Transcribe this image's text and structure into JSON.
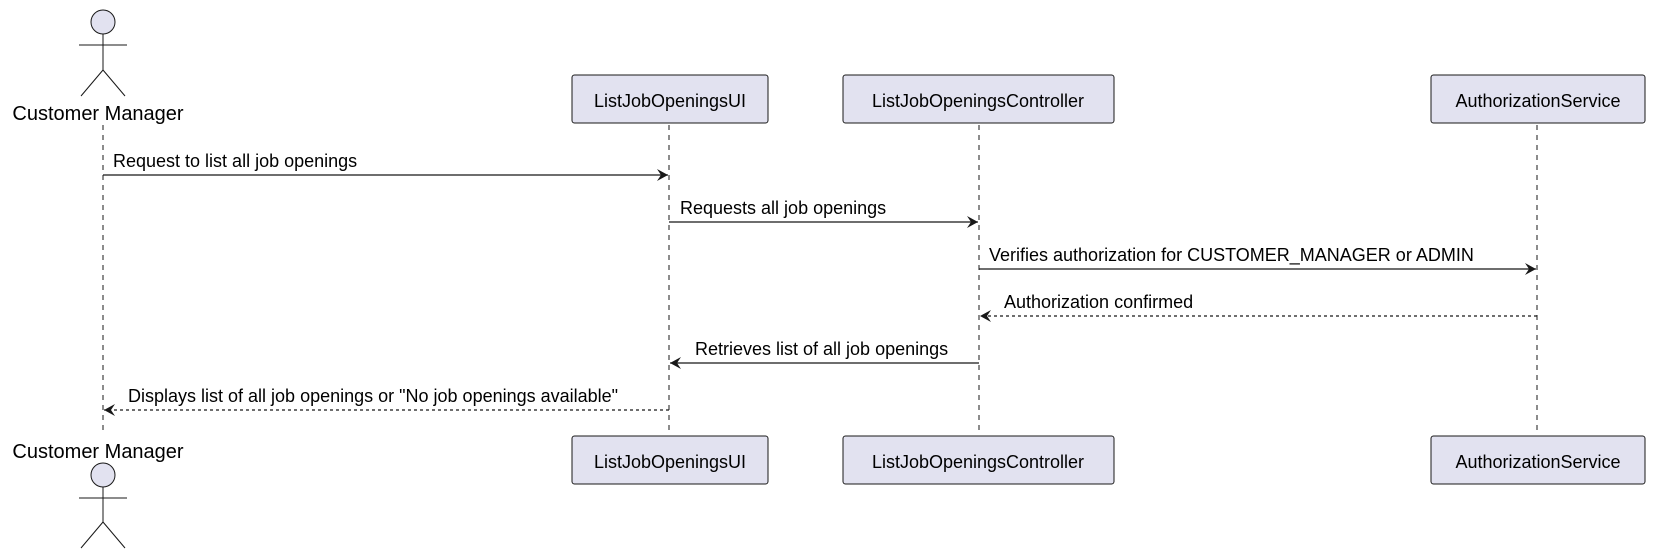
{
  "participants": {
    "actor": {
      "name": "Customer Manager"
    },
    "ui": {
      "name": "ListJobOpeningsUI"
    },
    "controller": {
      "name": "ListJobOpeningsController"
    },
    "auth": {
      "name": "AuthorizationService"
    }
  },
  "messages": [
    {
      "text": "Request to list all job openings",
      "style": "solid"
    },
    {
      "text": "Requests all job openings",
      "style": "solid"
    },
    {
      "text": "Verifies authorization for CUSTOMER_MANAGER or ADMIN",
      "style": "solid"
    },
    {
      "text": "Authorization confirmed",
      "style": "dashed"
    },
    {
      "text": "Retrieves list of all job openings",
      "style": "solid"
    },
    {
      "text": "Displays list of all job openings or \"No job openings available\"",
      "style": "dashed"
    }
  ],
  "colors": {
    "participant_fill": "#E2E2F0",
    "line": "#181818"
  }
}
